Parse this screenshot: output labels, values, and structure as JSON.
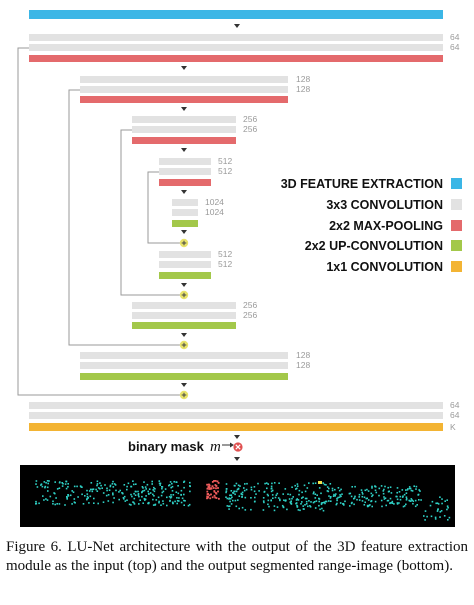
{
  "colors": {
    "feature_extraction": "#3bb6e6",
    "conv3x3": "#e2e2e2",
    "maxpool": "#e46a6c",
    "upconv": "#a3c84a",
    "conv1x1": "#f3b433",
    "connector": "#9a9a9a",
    "plus_node": "#e8e36a",
    "mult_node": "#e05050",
    "range_image_bg": "#000000",
    "range_image_points": "#2fd1c6",
    "range_image_highlight": "#ef5b5b"
  },
  "diagram": {
    "channels": {
      "enc1": [
        "64",
        "64"
      ],
      "enc2": [
        "128",
        "128"
      ],
      "enc3": [
        "256",
        "256"
      ],
      "enc4": [
        "512",
        "512"
      ],
      "bottleneck": [
        "1024",
        "1024"
      ],
      "dec4": [
        "512",
        "512"
      ],
      "dec3": [
        "256",
        "256"
      ],
      "dec2": [
        "128",
        "128"
      ],
      "dec1": [
        "64",
        "64"
      ],
      "output": "K"
    },
    "binary_mask_label": "binary mask",
    "binary_mask_symbol": "m",
    "plus_symbol": "+",
    "mult_symbol": "×"
  },
  "legend": {
    "items": [
      {
        "label": "3D FEATURE EXTRACTION",
        "color_key": "feature_extraction"
      },
      {
        "label": "3x3 CONVOLUTION",
        "color_key": "conv3x3"
      },
      {
        "label": "2x2 MAX-POOLING",
        "color_key": "maxpool"
      },
      {
        "label": "2x2 UP-CONVOLUTION",
        "color_key": "upconv"
      },
      {
        "label": "1x1 CONVOLUTION",
        "color_key": "conv1x1"
      }
    ]
  },
  "caption": "Figure 6. LU-Net architecture with the output of the 3D feature extraction module as the input (top) and the output segmented range-image (bottom)."
}
